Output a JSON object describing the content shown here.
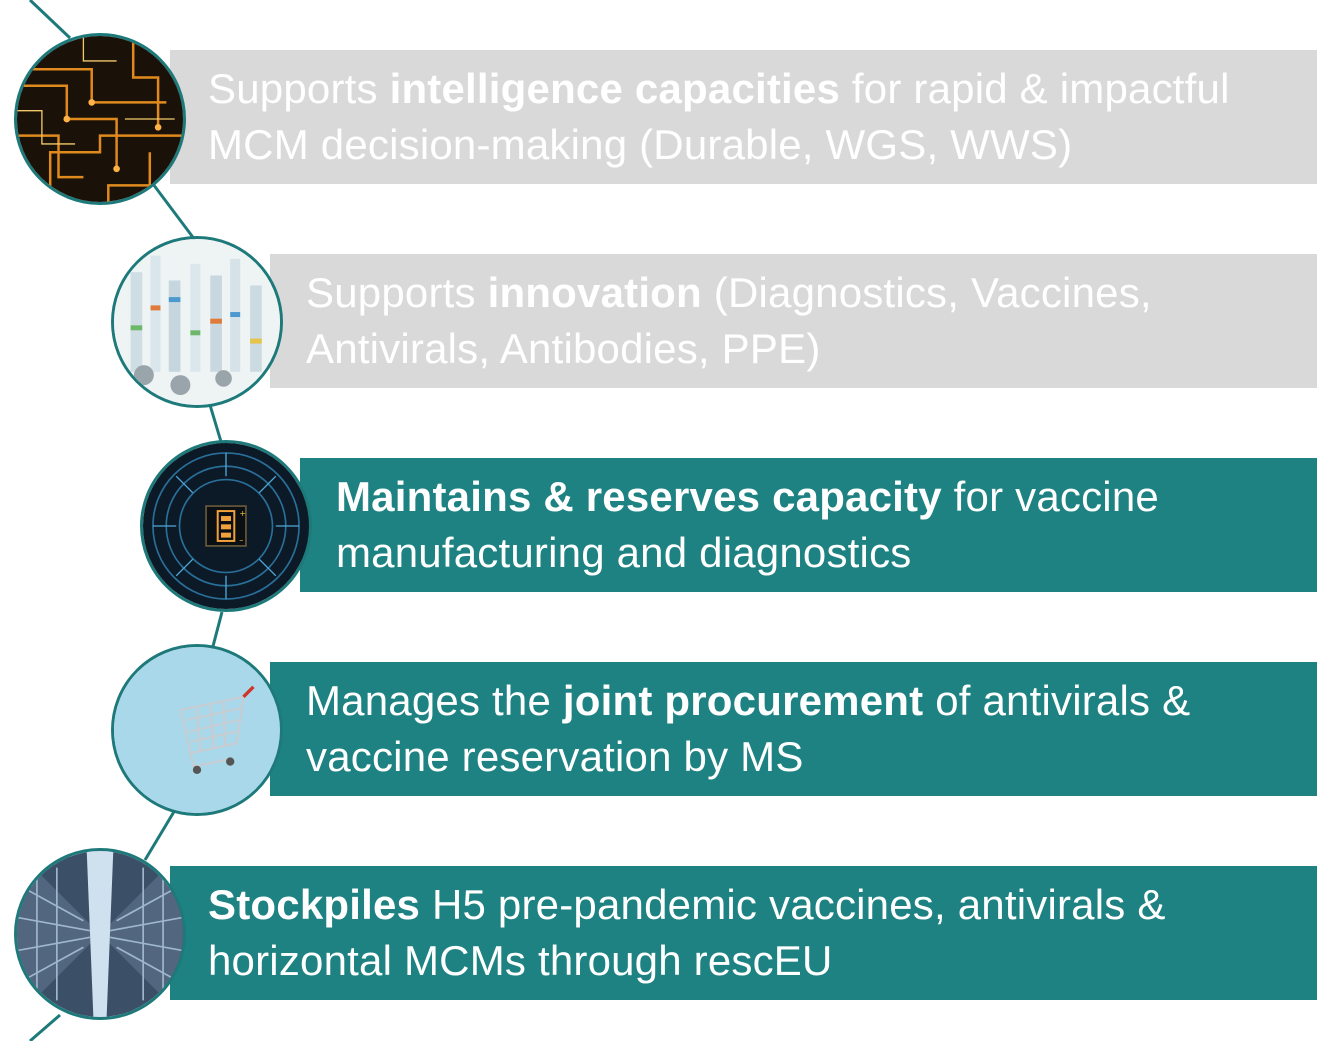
{
  "items": [
    {
      "pre": "Supports ",
      "bold": "intelligence capacities",
      "post": " for rapid & impactful",
      "line2": "MCM decision-making (Durable, WGS, WWS)",
      "state": "inactive",
      "image": "circuit-board-image"
    },
    {
      "pre": "Supports ",
      "bold": "innovation",
      "post": " (Diagnostics, Vaccines,",
      "line2": "Antivirals, Antibodies, PPE)",
      "state": "inactive",
      "image": "vials-image"
    },
    {
      "pre": "",
      "bold": "Maintains & reserves capacity",
      "post": " for vaccine",
      "line2": "manufacturing and diagnostics",
      "state": "active",
      "image": "battery-chip-image"
    },
    {
      "pre": "Manages the ",
      "bold": "joint procurement",
      "post": " of antivirals &",
      "line2": "vaccine reservation by MS",
      "state": "active",
      "image": "shopping-cart-image"
    },
    {
      "pre": "",
      "bold": "Stockpiles",
      "post": " H5 pre-pandemic vaccines, antivirals &",
      "line2": "horizontal MCMs through rescEU",
      "state": "active",
      "image": "warehouse-image"
    }
  ],
  "colors": {
    "active_band": "#1e8283",
    "inactive_band": "#d9d9d9",
    "connector": "#1e7a7a"
  }
}
